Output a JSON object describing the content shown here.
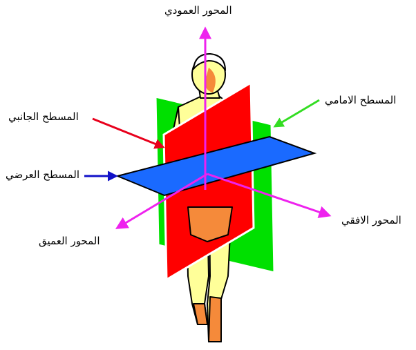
{
  "labels": {
    "vertical_axis": "المحور العمودي",
    "frontal_plane": "المسطح الامامي",
    "sagittal_plane": "المسطح الجانبي",
    "transverse_plane": "المسطح العرضي",
    "horizontal_axis": "المحور الافقي",
    "depth_axis": "المحور العميق"
  },
  "colors": {
    "sagittal_plane": "#ff0000",
    "sagittal_arrow": "#e8001c",
    "frontal_plane": "#00e000",
    "frontal_arrow": "#33dd22",
    "transverse_plane": "#1a6aff",
    "transverse_arrow": "#1010c8",
    "axes": "#ee22ee",
    "skin": "#ffff99",
    "shading": "#f58a3a",
    "outline": "#000000"
  }
}
